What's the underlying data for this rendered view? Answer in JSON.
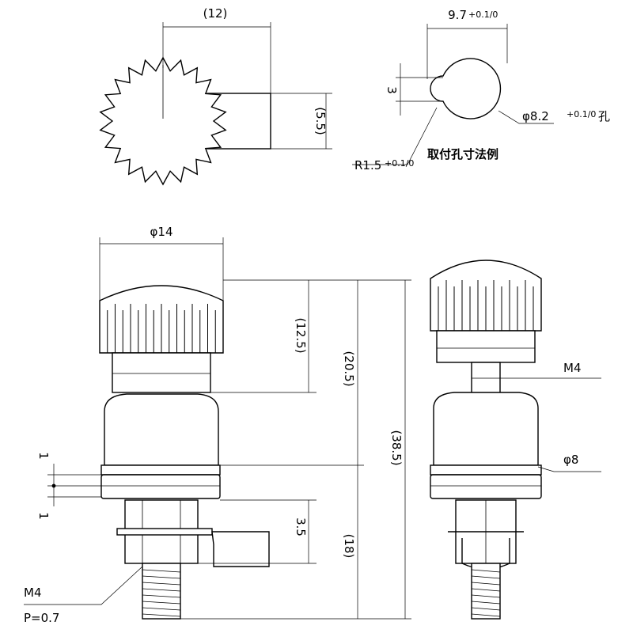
{
  "dimensions": {
    "top_width": "(12)",
    "top_height": "(5.5)",
    "hole_width": "9.7",
    "hole_width_tol": "+0.1/0",
    "hole_notch_height": "3",
    "hole_radius": "R1.5",
    "hole_radius_tol": "+0.1/0",
    "hole_diameter": "φ8.2",
    "hole_diameter_tol": "+0.1/0",
    "hole_diameter_suffix": "孔",
    "hole_caption": "取付孔寸法例",
    "knob_diameter": "φ14",
    "knob_height": "(12.5)",
    "upper_height": "(20.5)",
    "total_height": "(38.5)",
    "lower_height": "(18)",
    "nut_height": "3.5",
    "washer_top": "1",
    "washer_bottom": "1",
    "thread_size": "M4",
    "thread_pitch": "P=0.7",
    "side_thread": "M4",
    "side_diameter": "φ8"
  }
}
